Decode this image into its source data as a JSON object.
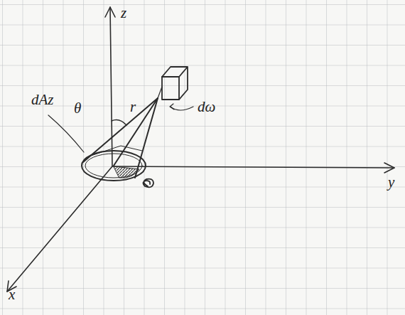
{
  "diagram": {
    "labels": [
      "z",
      "y",
      "x",
      "dAz",
      "θ",
      "r⃗",
      "dω"
    ]
  }
}
